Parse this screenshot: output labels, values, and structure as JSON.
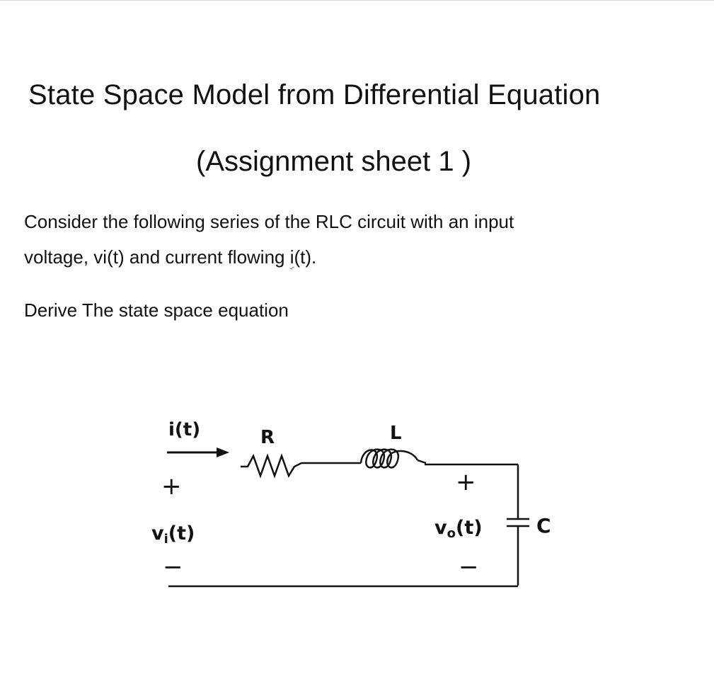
{
  "document": {
    "title": "State Space Model from Differential Equation",
    "subtitle": "(Assignment sheet 1 )",
    "paragraph_1": {
      "line_1": "Consider the following series of the RLC circuit with an input",
      "line_2_before": "voltage, vi(t) and current flowing ",
      "line_2_flagged": "i",
      "line_2_after": "(t)."
    },
    "paragraph_2": "Derive The state space equation"
  },
  "circuit": {
    "current_label": "i(t)",
    "resistor_label": "R",
    "inductor_label": "L",
    "capacitor_label": "C",
    "input_plus": "+",
    "input_minus": "−",
    "input_voltage_base": "v",
    "input_voltage_sub": "i",
    "input_voltage_suffix": "(t)",
    "output_plus": "+",
    "output_minus": "−",
    "output_voltage_base": "v",
    "output_voltage_sub": "o",
    "output_voltage_suffix": "(t)"
  },
  "colors": {
    "text": "#111111",
    "spellcheck_underline": "#d23b3b"
  }
}
